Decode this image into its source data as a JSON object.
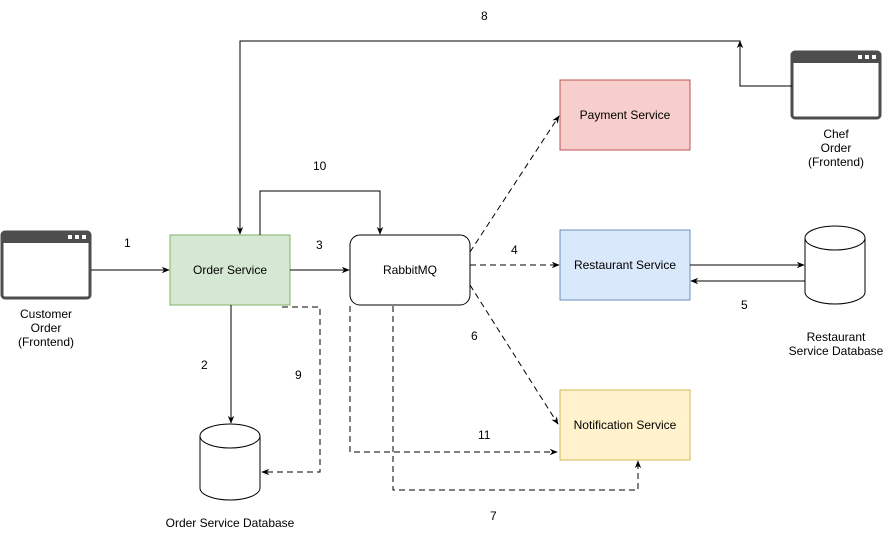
{
  "nodes": {
    "customer_order": "Customer Order (Frontend)",
    "chef_order": "Chef Order (Frontend)",
    "order_service": "Order Service",
    "rabbitmq": "RabbitMQ",
    "payment_service": "Payment Service",
    "restaurant_service": "Restaurant Service",
    "notification_service": "Notification Service",
    "order_db": "Order Service Database",
    "restaurant_db": "Restaurant Service Database"
  },
  "node_label_lines": {
    "customer_order": [
      "Customer",
      "Order",
      "(Frontend)"
    ],
    "chef_order": [
      "Chef",
      "Order",
      "(Frontend)"
    ],
    "restaurant_db": [
      "Restaurant",
      "Service Database"
    ]
  },
  "edges": [
    {
      "label": "1",
      "from": "customer_order",
      "to": "order_service",
      "style": "solid"
    },
    {
      "label": "2",
      "from": "order_service",
      "to": "order_db",
      "style": "solid"
    },
    {
      "label": "3",
      "from": "order_service",
      "to": "rabbitmq",
      "style": "solid"
    },
    {
      "label": "4",
      "from": "rabbitmq",
      "to": "restaurant_service",
      "style": "dashed"
    },
    {
      "label": "5",
      "from": "restaurant_service",
      "to": "restaurant_db",
      "style": "solid"
    },
    {
      "label": "6",
      "from": "rabbitmq",
      "to": "notification_service",
      "style": "dashed"
    },
    {
      "label": "7",
      "from": "rabbitmq",
      "to": "notification_service",
      "style": "dashed"
    },
    {
      "label": "8",
      "from": "chef_order",
      "to": "order_service",
      "style": "solid"
    },
    {
      "label": "9",
      "from": "order_service",
      "to": "order_db",
      "style": "dashed"
    },
    {
      "label": "10",
      "from": "order_service",
      "to": "rabbitmq",
      "style": "solid"
    },
    {
      "label": "11",
      "from": "rabbitmq",
      "to": "notification_service",
      "style": "dashed"
    }
  ],
  "colors": {
    "order_service_fill": "#d5e8d4",
    "order_service_stroke": "#82b366",
    "payment_fill": "#f8cecc",
    "payment_stroke": "#b85450",
    "restaurant_fill": "#dae8fc",
    "restaurant_stroke": "#6c8ebf",
    "notification_fill": "#fff2cc",
    "notification_stroke": "#d6b656",
    "window_stroke": "#4d4d4d"
  }
}
